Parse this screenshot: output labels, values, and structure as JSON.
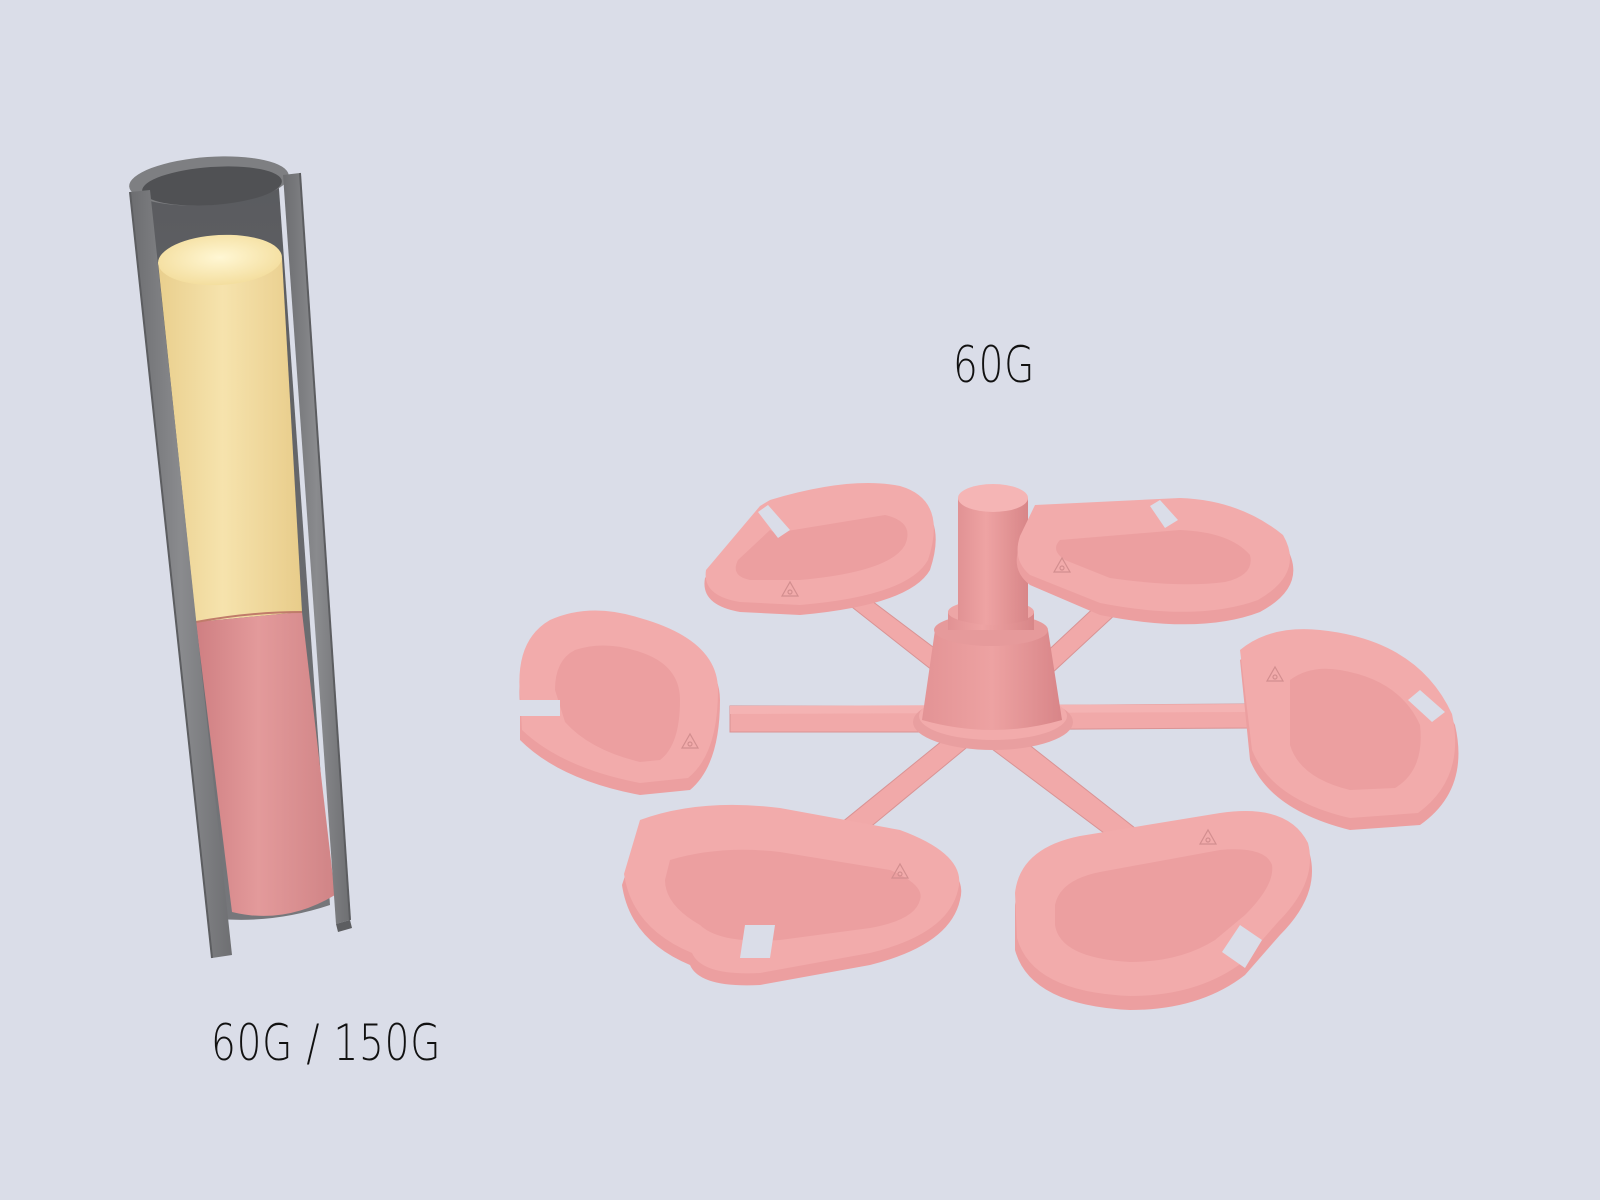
{
  "labels": {
    "spinner_weight": "60G",
    "tube_weights": "60G / 150G"
  },
  "colors": {
    "background": "#dadde8",
    "tube_gray": "#7e7f82",
    "filling_yellow": "#f1da9e",
    "filling_pink": "#da8c8e",
    "spinner_pink": "#f0a8a8"
  },
  "icons": {
    "tube": "cutaway-tube-illustration",
    "spinner": "hook-spinner-illustration",
    "engraving": "recycle-triangle-icon"
  }
}
